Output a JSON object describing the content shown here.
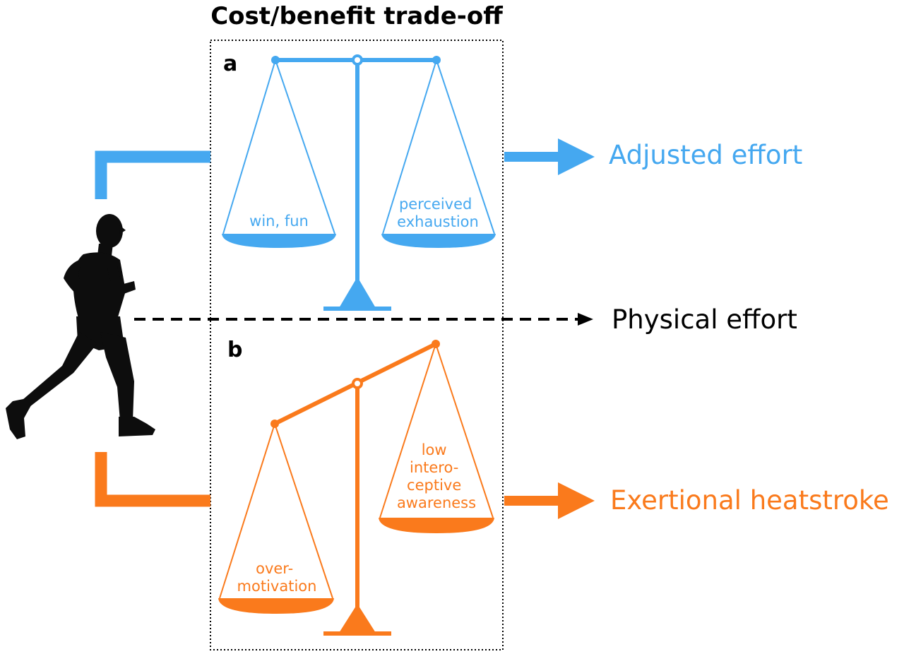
{
  "title": "Cost/benefit trade-off",
  "panel_a": {
    "label": "a",
    "left_pan": [
      "win, fun"
    ],
    "right_pan": [
      "perceived",
      "exhaustion"
    ],
    "outcome": "Adjusted effort",
    "color": "#45a8f0"
  },
  "panel_b": {
    "label": "b",
    "left_pan": [
      "over-",
      "motivation"
    ],
    "right_pan": [
      "low",
      "intero-",
      "ceptive",
      "awareness"
    ],
    "outcome": "Exertional heatstroke",
    "color": "#fa7a1c"
  },
  "middle_outcome": "Physical effort",
  "icons": {
    "runner": "runner-silhouette-icon"
  }
}
